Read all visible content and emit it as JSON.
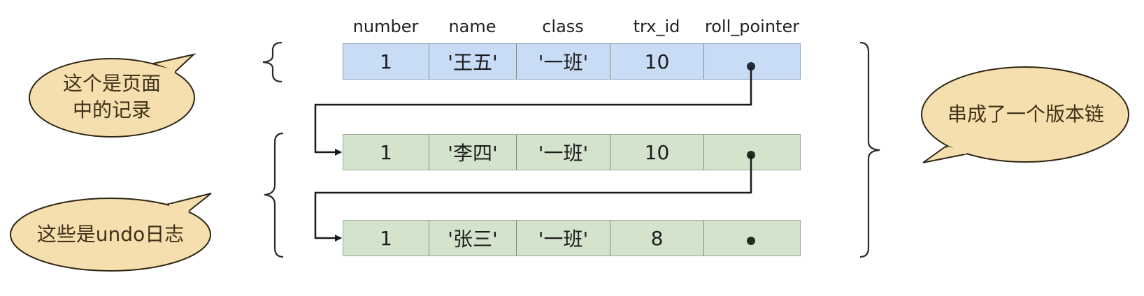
{
  "columns": [
    "number",
    "name",
    "class",
    "trx_id",
    "roll_pointer"
  ],
  "rows": [
    {
      "kind": "page-record",
      "number": "1",
      "name": "'王五'",
      "class": "'一班'",
      "trx_id": "10",
      "roll_pointer": "•"
    },
    {
      "kind": "undo-log",
      "number": "1",
      "name": "'李四'",
      "class": "'一班'",
      "trx_id": "10",
      "roll_pointer": "•"
    },
    {
      "kind": "undo-log",
      "number": "1",
      "name": "'张三'",
      "class": "'一班'",
      "trx_id": "8",
      "roll_pointer": "•"
    }
  ],
  "callouts": {
    "page_record": {
      "line1": "这个是页面",
      "line2": "中的记录"
    },
    "undo_log": {
      "text": "这些是undo日志"
    },
    "version_chain": {
      "text": "串成了一个版本链"
    }
  },
  "colors": {
    "page_row_fill": "#c9dcf6",
    "undo_row_fill": "#d4e4cc",
    "callout_fill": "#f6dfae",
    "callout_text": "#3f3219",
    "line": "#1a1a1a"
  }
}
